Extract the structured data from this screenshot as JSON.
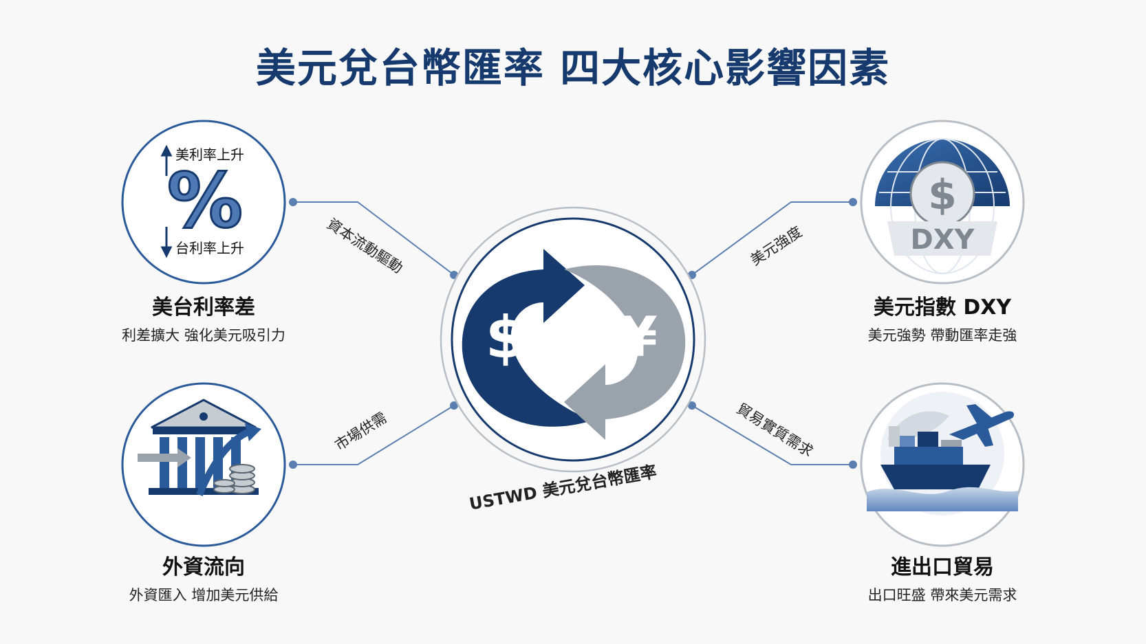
{
  "title": "美元兌台幣匯率 四大核心影響因素",
  "center": {
    "label": "USTWD 美元兌台幣匯率",
    "dollar_symbol": "$",
    "yen_symbol": "¥"
  },
  "factors": {
    "rate_diff": {
      "title": "美台利率差",
      "desc": "利差擴大 強化美元吸引力",
      "edge_label": "資本流動驅動",
      "icon_top": "美利率上升",
      "icon_bottom": "台利率上升",
      "icon": "percent-icon"
    },
    "dxy": {
      "title": "美元指數 DXY",
      "desc": "美元強勢 帶動匯率走強",
      "edge_label": "美元強度",
      "icon_text": "DXY",
      "icon_symbol": "$",
      "icon": "globe-dollar-icon"
    },
    "foreign_capital": {
      "title": "外資流向",
      "desc": "外資匯入 增加美元供給",
      "edge_label": "市場供需",
      "icon": "bank-icon"
    },
    "trade": {
      "title": "進出口貿易",
      "desc": "出口旺盛 帶來美元需求",
      "edge_label": "貿易實質需求",
      "icon": "ship-plane-icon"
    }
  },
  "colors": {
    "navy": "#163a6e",
    "blue": "#2b5a9a",
    "gray": "#9aa2ab",
    "ring": "#b8bec5"
  }
}
